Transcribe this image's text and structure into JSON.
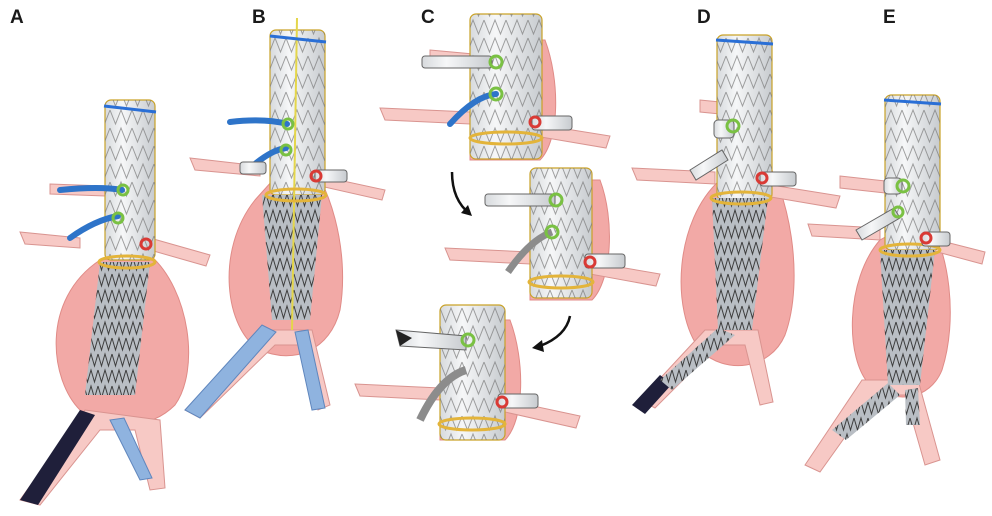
{
  "figure": {
    "panels": [
      {
        "id": "A",
        "label": "A"
      },
      {
        "id": "B",
        "label": "B"
      },
      {
        "id": "C",
        "label": "C"
      },
      {
        "id": "D",
        "label": "D"
      },
      {
        "id": "E",
        "label": "E"
      }
    ],
    "colors": {
      "aneurysm": "#f2a9a6",
      "aneurysm_edge": "#e08b87",
      "vessel": "#f7c9c5",
      "vessel_edge": "#d99490",
      "graft_fill": "#eef0f2",
      "graft_edge": "#c9a227",
      "stent_wire": "#6b6b6b",
      "dark_graft": "#9aa0a6",
      "marker_blue": "#2a6fd6",
      "marker_gold": "#e3b43a",
      "marker_green": "#7ac143",
      "marker_red": "#d93a35",
      "catheter_blue": "#2e74c9",
      "sheath_blue": "#8fb3df",
      "sheath_dark": "#1f1f3a",
      "guidewire_yellow": "#e4d64b",
      "arrow": "#111111"
    }
  }
}
